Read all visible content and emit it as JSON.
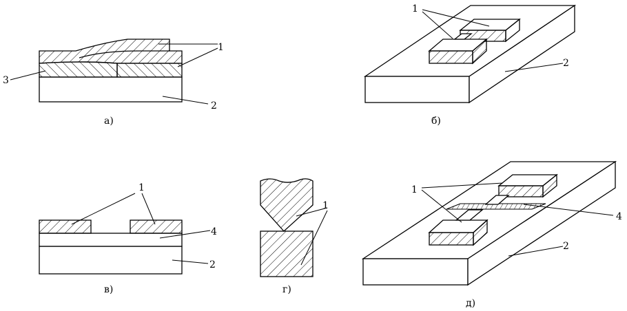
{
  "panels": {
    "a": {
      "caption": "а)",
      "labels": {
        "film": "1",
        "substrate": "2",
        "layer3": "3"
      }
    },
    "b": {
      "caption": "б)",
      "labels": {
        "film": "1",
        "substrate": "2"
      }
    },
    "v": {
      "caption": "в)",
      "labels": {
        "film": "1",
        "substrate": "2",
        "layer4": "4"
      }
    },
    "g": {
      "caption": "г)",
      "labels": {
        "film": "1"
      }
    },
    "d": {
      "caption": "д)",
      "labels": {
        "film": "1",
        "substrate": "2",
        "layer4": "4"
      }
    }
  }
}
